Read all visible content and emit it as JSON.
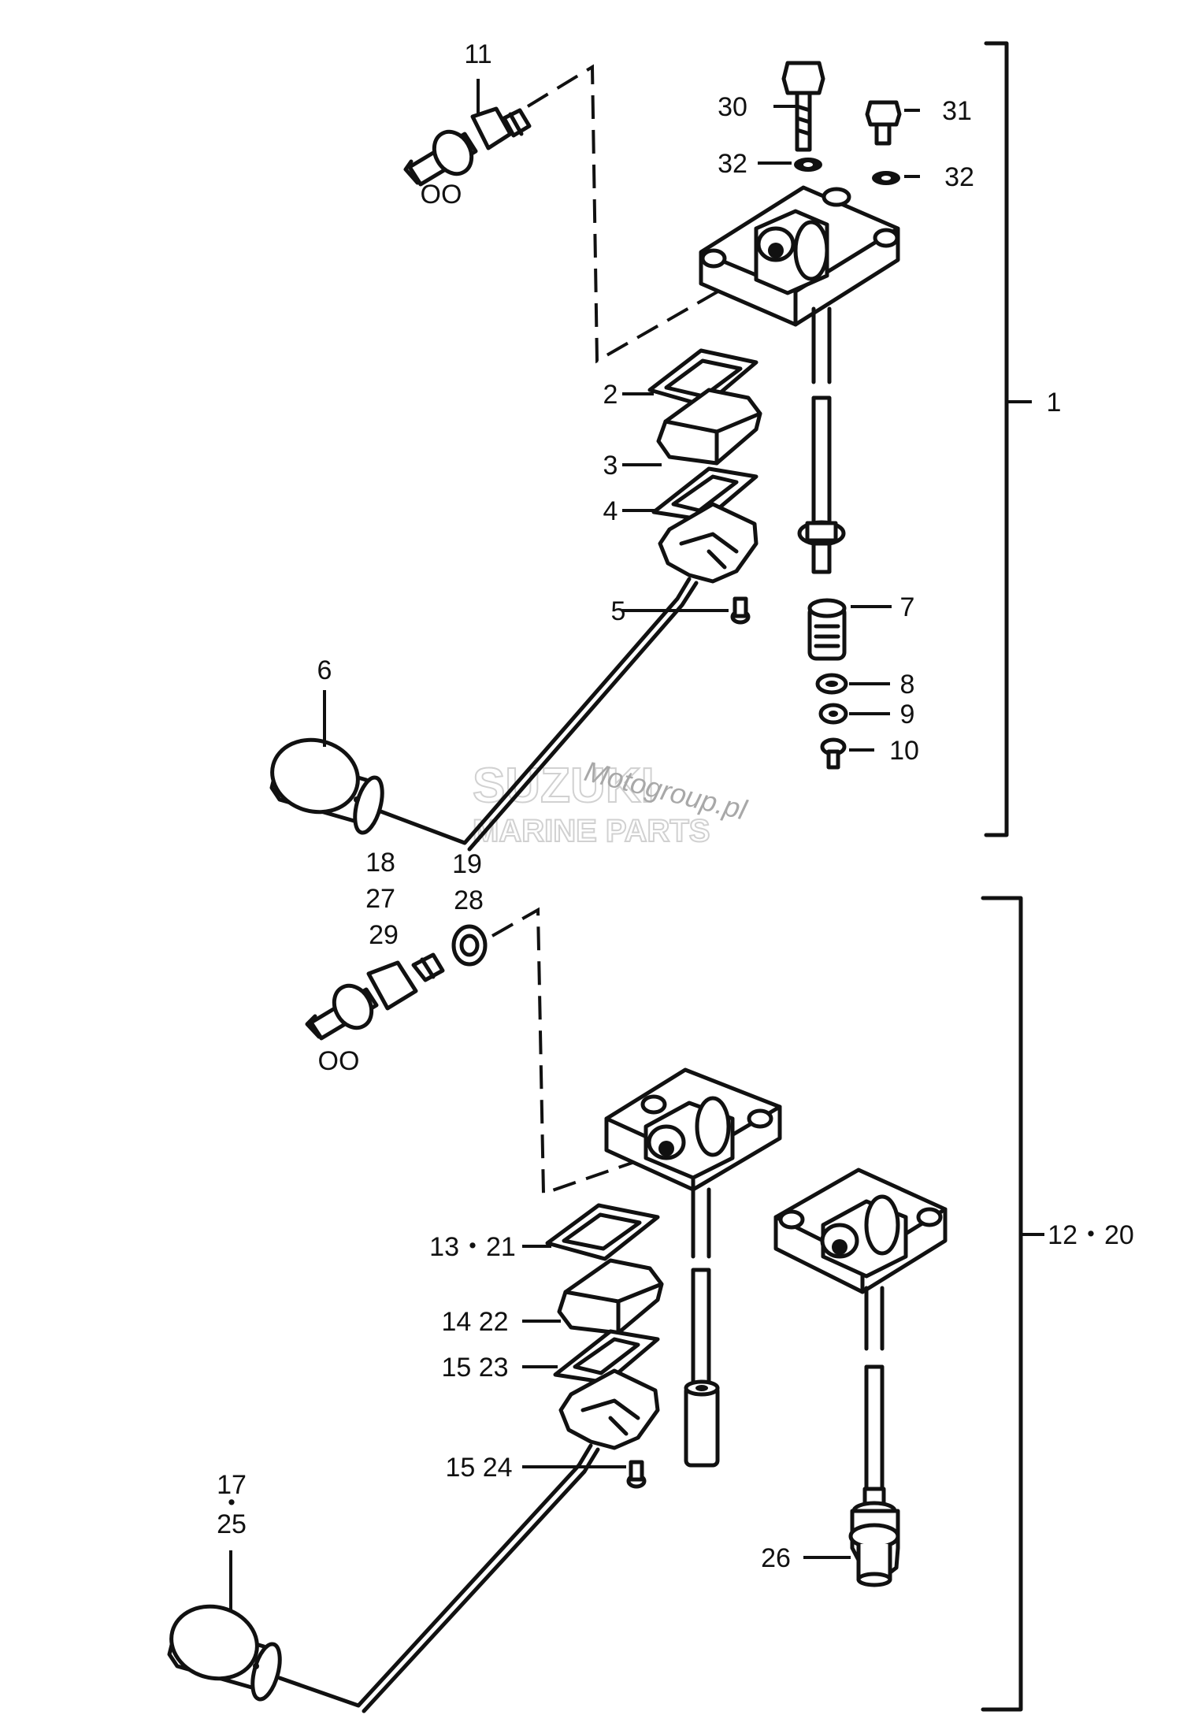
{
  "labels": {
    "l1": "1",
    "l2": "2",
    "l3": "3",
    "l4": "4",
    "l5": "5",
    "l6": "6",
    "l7": "7",
    "l8": "8",
    "l9": "9",
    "l10": "10",
    "l11": "11",
    "l12_20": "12・20",
    "l13_21": "13・21",
    "l14_22": "14 22",
    "l15_23": "15 23",
    "l15_24": "15 24",
    "l17": "17",
    "l17_dot": "・",
    "l25": "25",
    "l18": "18",
    "l27": "27",
    "l29": "29",
    "l19": "19",
    "l28": "28",
    "l26": "26",
    "l30": "30",
    "l31": "31",
    "l32a": "32",
    "l32b": "32",
    "oo_top": "OO",
    "oo_bottom": "OO"
  },
  "watermark": {
    "brand": "SUZUKI",
    "sub": "MARINE PARTS",
    "site": "Motogroup.pl"
  }
}
